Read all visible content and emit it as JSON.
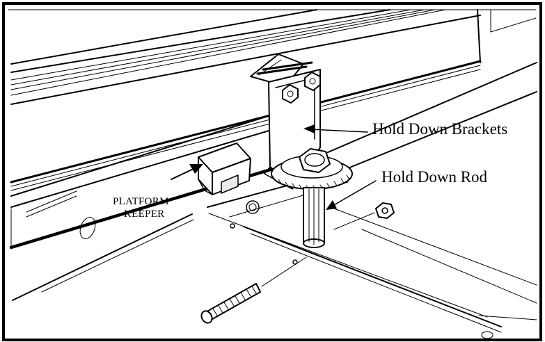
{
  "callouts": {
    "hold_down_brackets": "Hold Down Brackets",
    "hold_down_rod": "Hold Down Rod",
    "platform_keeper_line1": "PLATFORM",
    "platform_keeper_line2": "KEEPER"
  },
  "colors": {
    "line": "#000000",
    "background": "#ffffff",
    "frame": "#000000"
  }
}
